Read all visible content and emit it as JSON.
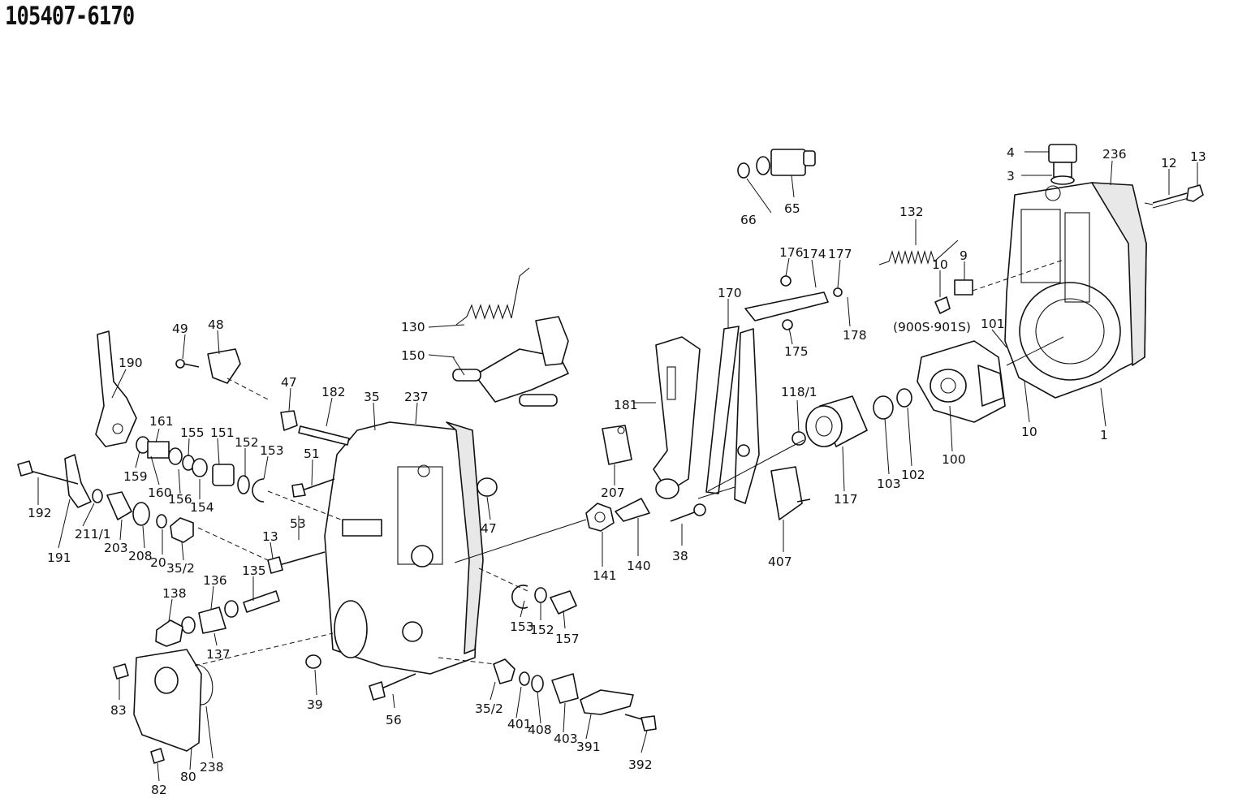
{
  "title": "105407-6170",
  "callouts": [
    {
      "id": "c1",
      "label": "1"
    },
    {
      "id": "c3",
      "label": "3"
    },
    {
      "id": "c4",
      "label": "4"
    },
    {
      "id": "c9",
      "label": "9"
    },
    {
      "id": "c10a",
      "label": "10"
    },
    {
      "id": "c10b",
      "label": "10"
    },
    {
      "id": "c12",
      "label": "12"
    },
    {
      "id": "c13a",
      "label": "13"
    },
    {
      "id": "c13b",
      "label": "13"
    },
    {
      "id": "c20",
      "label": "20"
    },
    {
      "id": "c35",
      "label": "35"
    },
    {
      "id": "c35_2a",
      "label": "35/2"
    },
    {
      "id": "c35_2b",
      "label": "35/2"
    },
    {
      "id": "c38",
      "label": "38"
    },
    {
      "id": "c39",
      "label": "39"
    },
    {
      "id": "c47a",
      "label": "47"
    },
    {
      "id": "c47b",
      "label": "47"
    },
    {
      "id": "c48",
      "label": "48"
    },
    {
      "id": "c49",
      "label": "49"
    },
    {
      "id": "c51",
      "label": "51"
    },
    {
      "id": "c53",
      "label": "53"
    },
    {
      "id": "c56",
      "label": "56"
    },
    {
      "id": "c65",
      "label": "65"
    },
    {
      "id": "c66",
      "label": "66"
    },
    {
      "id": "c80",
      "label": "80"
    },
    {
      "id": "c82",
      "label": "82"
    },
    {
      "id": "c83",
      "label": "83"
    },
    {
      "id": "c100",
      "label": "100"
    },
    {
      "id": "c101",
      "label": "101"
    },
    {
      "id": "c102",
      "label": "102"
    },
    {
      "id": "c103",
      "label": "103"
    },
    {
      "id": "c117",
      "label": "117"
    },
    {
      "id": "c118_1",
      "label": "118/1"
    },
    {
      "id": "c130",
      "label": "130"
    },
    {
      "id": "c132",
      "label": "132"
    },
    {
      "id": "c135",
      "label": "135"
    },
    {
      "id": "c136",
      "label": "136"
    },
    {
      "id": "c137",
      "label": "137"
    },
    {
      "id": "c138",
      "label": "138"
    },
    {
      "id": "c140",
      "label": "140"
    },
    {
      "id": "c141",
      "label": "141"
    },
    {
      "id": "c150",
      "label": "150"
    },
    {
      "id": "c151",
      "label": "151"
    },
    {
      "id": "c152a",
      "label": "152"
    },
    {
      "id": "c152b",
      "label": "152"
    },
    {
      "id": "c153a",
      "label": "153"
    },
    {
      "id": "c153b",
      "label": "153"
    },
    {
      "id": "c154",
      "label": "154"
    },
    {
      "id": "c155",
      "label": "155"
    },
    {
      "id": "c156",
      "label": "156"
    },
    {
      "id": "c157",
      "label": "157"
    },
    {
      "id": "c159",
      "label": "159"
    },
    {
      "id": "c160",
      "label": "160"
    },
    {
      "id": "c161",
      "label": "161"
    },
    {
      "id": "c170",
      "label": "170"
    },
    {
      "id": "c174",
      "label": "174"
    },
    {
      "id": "c175",
      "label": "175"
    },
    {
      "id": "c176",
      "label": "176"
    },
    {
      "id": "c177",
      "label": "177"
    },
    {
      "id": "c178",
      "label": "178"
    },
    {
      "id": "c181",
      "label": "181"
    },
    {
      "id": "c182",
      "label": "182"
    },
    {
      "id": "c190",
      "label": "190"
    },
    {
      "id": "c191",
      "label": "191"
    },
    {
      "id": "c192",
      "label": "192"
    },
    {
      "id": "c203",
      "label": "203"
    },
    {
      "id": "c207",
      "label": "207"
    },
    {
      "id": "c208",
      "label": "208"
    },
    {
      "id": "c211_1",
      "label": "211/1"
    },
    {
      "id": "c236",
      "label": "236"
    },
    {
      "id": "c237",
      "label": "237"
    },
    {
      "id": "c238",
      "label": "238"
    },
    {
      "id": "c391",
      "label": "391"
    },
    {
      "id": "c392",
      "label": "392"
    },
    {
      "id": "c401",
      "label": "401"
    },
    {
      "id": "c403",
      "label": "403"
    },
    {
      "id": "c407",
      "label": "407"
    },
    {
      "id": "c408",
      "label": "408"
    },
    {
      "id": "c900s",
      "label": "(900S·901S)"
    }
  ]
}
